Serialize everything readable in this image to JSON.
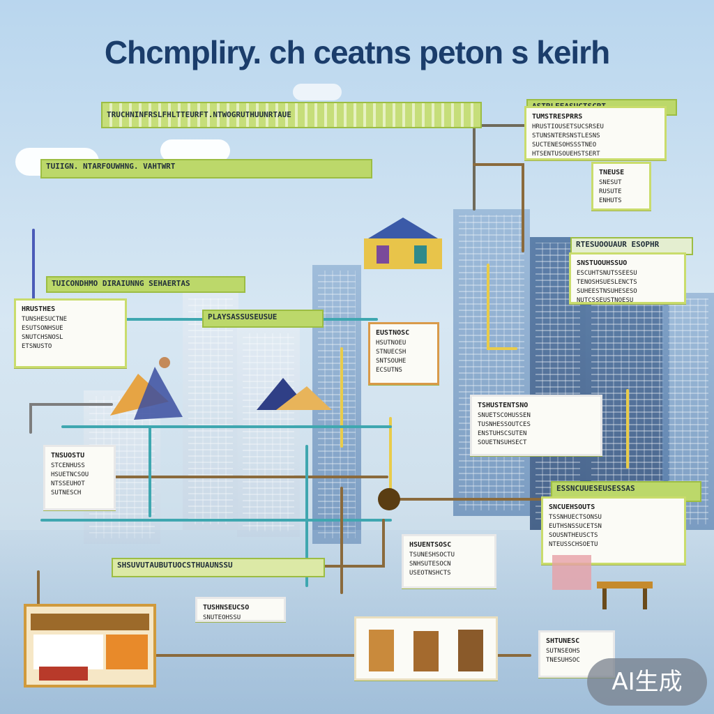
{
  "title": "Chcmpliry. ch ceatns peton s keirh",
  "watermark": "AI生成",
  "colors": {
    "title": "#1b3d6b",
    "banner_green": "#bcd86a",
    "card_border": "#c9dc6c",
    "connector_yellow": "#e9cc4a",
    "connector_teal": "#3fa7b0",
    "connector_brown": "#8a6a3c",
    "node_brown": "#5a3d12"
  },
  "banners": {
    "top": "TRUCHNINFRSLFHLTTEURFT.NTWOGRUTHUUNRTAUE",
    "left_mid": "TUICONDHMO DIRAIUNNG SEHAERTAS",
    "upper_left": "TUIIGN. NTARFOUWHNG. VAHTWRT",
    "upper_right": "ASTRLEEASUCTSCRT",
    "center_left": "PLAYSASSUSEUSUE",
    "bottom_strip": "SHSUVUTAUBUTUOCSTHUAUNSSU",
    "right_tag": "RTESUOOUAUR ESOPHR",
    "right_low": "ESSNCUUESEUSESSAS"
  },
  "cards": [
    {
      "name": "card-top-right",
      "title": "TUMSTRESPRRS",
      "rows": [
        "HRUSTIOUSETSUCSRSEU",
        "STUNSNTERSNSTLESNS",
        "SUCTENESOHSSSTNEO",
        "HTSENTUSOUEHSTSERT"
      ]
    },
    {
      "name": "card-top-right-small",
      "title": "TNEUSE",
      "rows": [
        "SNESUT",
        "RUSUTE",
        "ENHUTS"
      ]
    },
    {
      "name": "card-right-upper",
      "title": "SNSTUOUHSSUO",
      "rows": [
        "ESCUHTSNUTSSEESU",
        "TENOSHSUESLENCTS",
        "SUHEESTNSUHESESO",
        "NUTCSSEUSTNOESU"
      ]
    },
    {
      "name": "card-left-mid",
      "title": "HRUSTHES",
      "rows": [
        "TUNSHESUCTNE",
        "ESUTSONHSUE",
        "SNUTCHSNOSL",
        "ETSNUSTO"
      ]
    },
    {
      "name": "card-center",
      "title": "EUSTNOSC",
      "rows": [
        "HSUTNOEU",
        "STNUECSH",
        "SNTSOUHE",
        "ECSUTNS"
      ]
    },
    {
      "name": "card-right-mid",
      "title": "TSHUSTENTSNO",
      "rows": [
        "SNUETSCOHUSSEN",
        "TUSNHESSOUTCES",
        "ENSTUHSCSUTEN",
        "SOUETNSUHSECT"
      ]
    },
    {
      "name": "card-left-low",
      "title": "TNSUOSTU",
      "rows": [
        "STCENHUSS",
        "HSUETNCSOU",
        "NTSSEUHOT",
        "SUTNESCH"
      ]
    },
    {
      "name": "card-right-low",
      "title": "SNCUEHSOUTS",
      "rows": [
        "TSSNHUECTSONSU",
        "EUTHSNSSUCETSN",
        "SOUSNTHEUSCTS",
        "NTEUSSCHSOETU"
      ]
    },
    {
      "name": "card-center-low",
      "title": "HSUENTSOSC",
      "rows": [
        "TSUNESHSOCTU",
        "SNHSUTESOCN",
        "USEOTNSHCTS"
      ]
    },
    {
      "name": "card-bottom-center",
      "title": "TUSHNSEUCSO",
      "rows": [
        "SNUTEOHSSU"
      ]
    },
    {
      "name": "card-bottom-right",
      "title": "SHTUNESC",
      "rows": [
        "SUTNSEOHS",
        "TNESUHSOC"
      ]
    }
  ]
}
